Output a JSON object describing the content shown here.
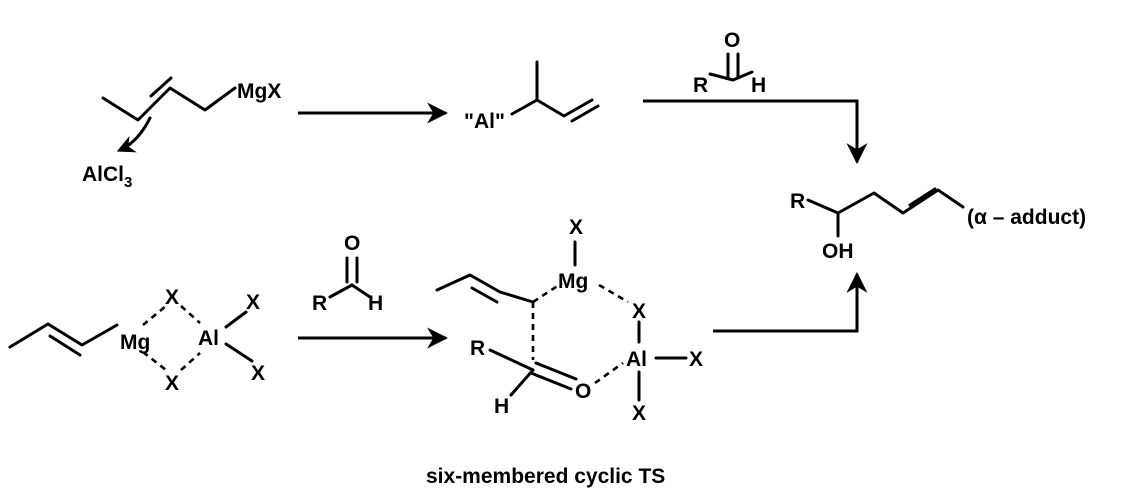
{
  "reagents": {
    "aldehyde_top": {
      "o": "O",
      "r": "R",
      "h": "H"
    },
    "aldehyde_bottom": {
      "o": "O",
      "r": "R",
      "h": "H"
    }
  },
  "crotyl_grignard": {
    "metal": "MgX",
    "lewis_acid": "AlCl",
    "lewis_acid_sub": "3"
  },
  "allyl_aluminum": {
    "label": "\"Al\""
  },
  "ate_complex": {
    "mg": "Mg",
    "al": "Al",
    "x1": "X",
    "x2": "X",
    "x3": "X",
    "x4": "X"
  },
  "transition_state": {
    "x_top": "X",
    "mg": "Mg",
    "x_right": "X",
    "al": "Al",
    "x_al_right": "X",
    "x_al_bottom": "X",
    "r": "R",
    "h": "H",
    "o": "O"
  },
  "product": {
    "r": "R",
    "oh": "OH",
    "descriptor": "(α – adduct)"
  },
  "caption": "six-membered cyclic TS"
}
